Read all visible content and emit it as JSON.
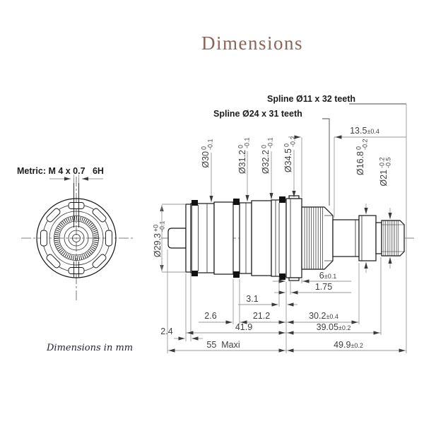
{
  "title": "Dimensions",
  "footnote": "Dimensions in mm",
  "labels": {
    "spline_small": "Spline Ø11 x 32 teeth",
    "spline_large": "Spline Ø24 x 31 teeth",
    "thread": "Metric: M 4 x 0.7   6H"
  },
  "front_dia": {
    "main": "Ø29.3",
    "tol_top": "+0",
    "tol_bot": "-0.1"
  },
  "diameters": [
    {
      "main": "Ø30",
      "tol_top": "0",
      "tol_bot": "-0.1"
    },
    {
      "main": "Ø31.2",
      "tol_top": "0",
      "tol_bot": "-0.1"
    },
    {
      "main": "Ø32.2",
      "tol_top": "0",
      "tol_bot": "-0.1"
    },
    {
      "main": "Ø34.5",
      "tol_top": "0",
      "tol_bot": "-0.2"
    },
    {
      "main": "Ø16.8",
      "tol_top": "0",
      "tol_bot": "-0.2"
    },
    {
      "main": "Ø21",
      "tol_top": "-0.2",
      "tol_bot": "-0.5"
    }
  ],
  "linear_dims": {
    "d135": {
      "v": "13.5",
      "tol": "±0.4"
    },
    "d6": {
      "v": "6",
      "tol": "±0.1"
    },
    "d175": {
      "v": "1.75",
      "tol": ""
    },
    "d31": {
      "v": "3.1",
      "tol": ""
    },
    "d26": {
      "v": "2.6",
      "tol": ""
    },
    "d212": {
      "v": "21.2",
      "tol": ""
    },
    "d302": {
      "v": "30.2",
      "tol": "±0.4"
    },
    "d24": {
      "v": "2.4",
      "tol": ""
    },
    "d419": {
      "v": "41.9",
      "tol": ""
    },
    "d3905": {
      "v": "39.05",
      "tol": "±0.2"
    },
    "d55": {
      "v": "55  Maxi",
      "tol": ""
    },
    "d499": {
      "v": "49.9",
      "tol": "±0.2"
    }
  },
  "colors": {
    "title": "#8a665a",
    "drawing_line": "#141414",
    "dimension_line": "#9a9a9a",
    "dimension_text": "#3f3f3f"
  }
}
